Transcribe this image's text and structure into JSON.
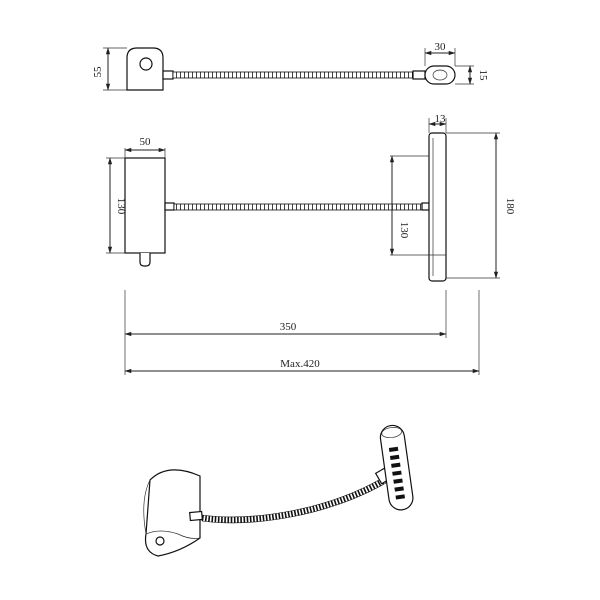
{
  "dimensions": {
    "top_base_height": "55",
    "top_head_width": "30",
    "top_head_height": "15",
    "base_width": "50",
    "base_height": "130",
    "head_width": "13",
    "head_arm_height": "130",
    "head_total_height": "180",
    "arm_length": "350",
    "max_length": "Max.420"
  },
  "colors": {
    "line": "#222222",
    "background": "#ffffff"
  }
}
